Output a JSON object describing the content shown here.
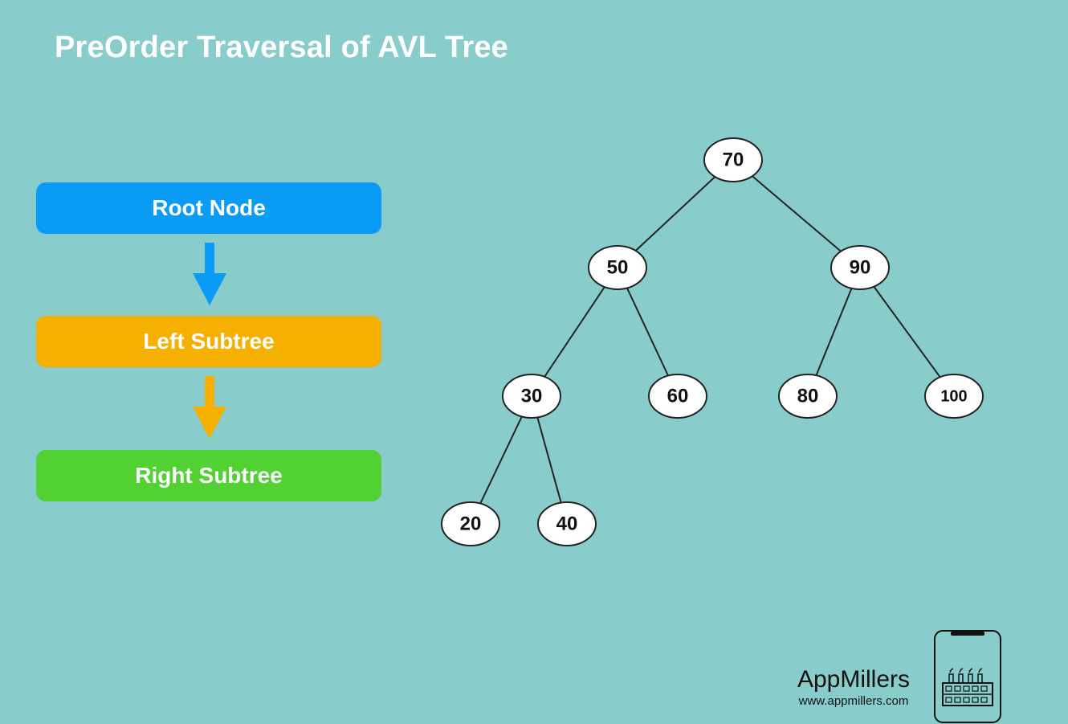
{
  "title": "PreOrder Traversal of AVL Tree",
  "steps": {
    "root": "Root Node",
    "left": "Left Subtree",
    "right": "Right Subtree"
  },
  "colors": {
    "background": "#88cccc",
    "root": "#0a9bf5",
    "left": "#f5b000",
    "right": "#52d132"
  },
  "tree": {
    "nodes": [
      {
        "id": "n70",
        "label": "70"
      },
      {
        "id": "n50",
        "label": "50"
      },
      {
        "id": "n90",
        "label": "90"
      },
      {
        "id": "n30",
        "label": "30"
      },
      {
        "id": "n60",
        "label": "60"
      },
      {
        "id": "n80",
        "label": "80"
      },
      {
        "id": "n100",
        "label": "100"
      },
      {
        "id": "n20",
        "label": "20"
      },
      {
        "id": "n40",
        "label": "40"
      }
    ],
    "edges": [
      [
        "n70",
        "n50"
      ],
      [
        "n70",
        "n90"
      ],
      [
        "n50",
        "n30"
      ],
      [
        "n50",
        "n60"
      ],
      [
        "n90",
        "n80"
      ],
      [
        "n90",
        "n100"
      ],
      [
        "n30",
        "n20"
      ],
      [
        "n30",
        "n40"
      ]
    ]
  },
  "brand": {
    "name": "AppMillers",
    "url": "www.appmillers.com",
    "logo_icon": "phone-factory-icon"
  }
}
